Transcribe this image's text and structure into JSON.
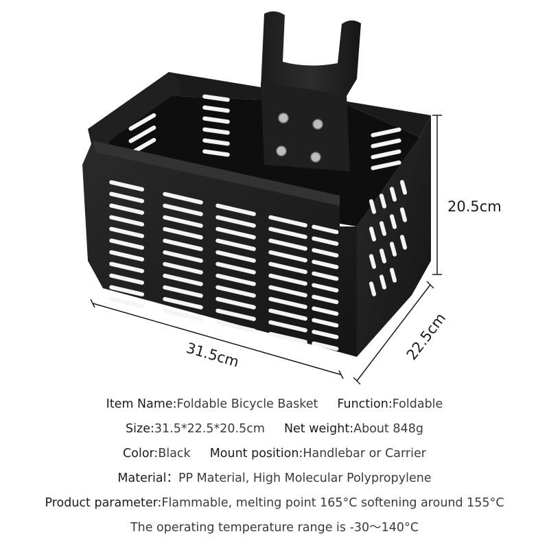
{
  "dimensions": {
    "width": "31.5cm",
    "depth": "22.5cm",
    "height": "20.5cm"
  },
  "specs": {
    "item_name_key": "Item Name:",
    "item_name_val": "Foldable Bicycle Basket",
    "function_key": "Function:",
    "function_val": "Foldable",
    "size_key": "Size:",
    "size_val": "31.5*22.5*20.5cm",
    "net_weight_key": "Net weight:",
    "net_weight_val": "About 848g",
    "color_key": "Color:",
    "color_val": "Black",
    "mount_key": "Mount position:",
    "mount_val": "Handlebar or Carrier",
    "material_key": "Material：",
    "material_val": "PP Material, High Molecular Polypropylene",
    "param_key": "Product parameter:",
    "param_val": "Flammable, melting point 165°C softening around 155°C",
    "temp_line": "The operating temperature range is -30～140°C"
  }
}
